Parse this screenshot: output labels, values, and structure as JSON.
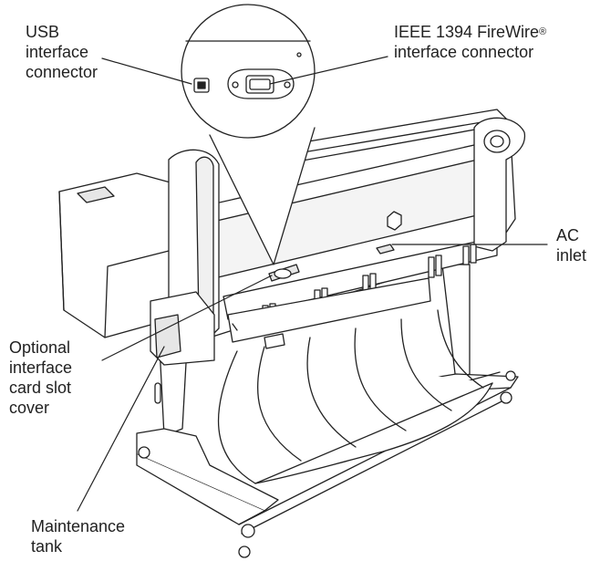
{
  "labels": {
    "usb": {
      "line1": "USB",
      "line2": "interface",
      "line3": "connector"
    },
    "ieee": {
      "line1": "IEEE 1394 FireWire",
      "line1_mark": "®",
      "line2": "interface connector"
    },
    "ac": {
      "line1": "AC",
      "line2": "inlet"
    },
    "slot": {
      "line1": "Optional",
      "line2": "interface",
      "line3": "card slot",
      "line4": "cover"
    },
    "maintenance": {
      "line1": "Maintenance",
      "line2": "tank"
    }
  },
  "colors": {
    "line": "#222222",
    "fill": "#ffffff",
    "shade": "#e6e6e6"
  },
  "icons": [
    "usb-port-icon",
    "firewire-port-icon"
  ]
}
